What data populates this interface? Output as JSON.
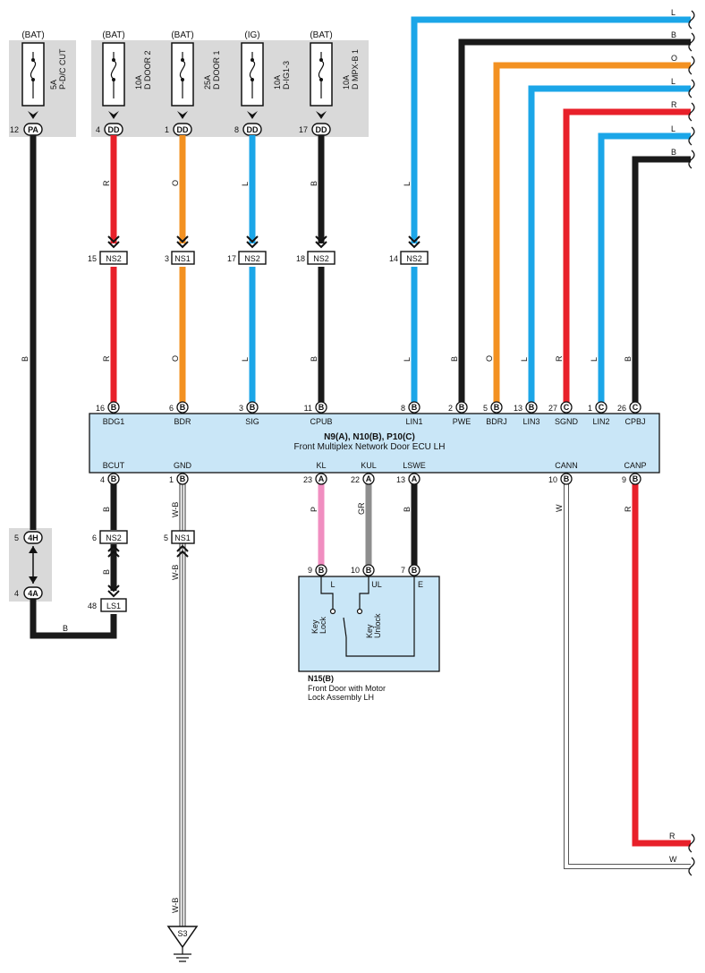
{
  "colors": {
    "red": "#e8202a",
    "orange": "#f39121",
    "blue": "#1ba6e8",
    "black": "#1a1a1a",
    "pink": "#f08ec0",
    "gray": "#8e8e8e",
    "white_wire": "#ffffff",
    "panel_gray": "#d9d9d9",
    "ecu_fill": "#c9e6f7"
  },
  "fuses": [
    {
      "supply": "(BAT)",
      "rating": "5A",
      "name": "P-D/C CUT",
      "pin": "12",
      "conn": "PA"
    },
    {
      "supply": "(BAT)",
      "rating": "10A",
      "name": "D DOOR 2",
      "pin": "4",
      "conn": "DD"
    },
    {
      "supply": "(BAT)",
      "rating": "25A",
      "name": "D DOOR 1",
      "pin": "1",
      "conn": "DD"
    },
    {
      "supply": "(IG)",
      "rating": "10A",
      "name": "D-IG1-3",
      "pin": "8",
      "conn": "DD"
    },
    {
      "supply": "(BAT)",
      "rating": "10A",
      "name": "D MPX-B 1",
      "pin": "17",
      "conn": "DD"
    }
  ],
  "junctions": [
    {
      "pin": "15",
      "name": "NS2"
    },
    {
      "pin": "3",
      "name": "NS1"
    },
    {
      "pin": "17",
      "name": "NS2"
    },
    {
      "pin": "18",
      "name": "NS2"
    },
    {
      "pin": "14",
      "name": "NS2"
    }
  ],
  "ecu": {
    "title": "N9(A), N10(B), P10(C)",
    "subtitle": "Front Multiplex Network Door ECU LH",
    "top_pins": [
      {
        "pin": "16",
        "conn": "B",
        "label": "BDG1",
        "wire": "R"
      },
      {
        "pin": "6",
        "conn": "B",
        "label": "BDR",
        "wire": "O"
      },
      {
        "pin": "3",
        "conn": "B",
        "label": "SIG",
        "wire": "L"
      },
      {
        "pin": "11",
        "conn": "B",
        "label": "CPUB",
        "wire": "B"
      },
      {
        "pin": "8",
        "conn": "B",
        "label": "LIN1",
        "wire": "L"
      },
      {
        "pin": "2",
        "conn": "B",
        "label": "PWE",
        "wire": "B"
      },
      {
        "pin": "5",
        "conn": "B",
        "label": "BDRJ",
        "wire": "O"
      },
      {
        "pin": "13",
        "conn": "B",
        "label": "LIN3",
        "wire": "L"
      },
      {
        "pin": "27",
        "conn": "C",
        "label": "SGND",
        "wire": "R"
      },
      {
        "pin": "1",
        "conn": "C",
        "label": "LIN2",
        "wire": "L"
      },
      {
        "pin": "26",
        "conn": "C",
        "label": "CPBJ",
        "wire": "B"
      }
    ],
    "bottom_pins": [
      {
        "pin": "4",
        "conn": "B",
        "label": "BCUT",
        "wire": "B"
      },
      {
        "pin": "1",
        "conn": "B",
        "label": "GND",
        "wire": "W-B"
      },
      {
        "pin": "23",
        "conn": "A",
        "label": "KL",
        "wire": "P"
      },
      {
        "pin": "22",
        "conn": "A",
        "label": "KUL",
        "wire": "GR"
      },
      {
        "pin": "13",
        "conn": "A",
        "label": "LSWE",
        "wire": "B"
      },
      {
        "pin": "10",
        "conn": "B",
        "label": "CANN",
        "wire": "W"
      },
      {
        "pin": "9",
        "conn": "B",
        "label": "CANP",
        "wire": "R"
      }
    ]
  },
  "right_wire_labels": [
    "L",
    "B",
    "O",
    "L",
    "R",
    "L",
    "B"
  ],
  "left_branch": {
    "wire_main": "B",
    "conn_4h": {
      "pin": "5",
      "name": "4H"
    },
    "conn_4a": {
      "pin": "4",
      "name": "4A"
    },
    "ns2": {
      "pin": "6",
      "name": "NS2"
    },
    "ls1": {
      "pin": "48",
      "name": "LS1"
    },
    "wire_bottom": "B",
    "wire_bcut_upper": "B",
    "wire_bcut_lower": "B"
  },
  "gnd_branch": {
    "ns1": {
      "pin": "5",
      "name": "NS1"
    },
    "wire_upper": "W-B",
    "wire_mid": "W-B",
    "wire_lower": "W-B",
    "ground": "S3"
  },
  "lock": {
    "pins": [
      {
        "pin": "9",
        "conn": "B",
        "label": "L"
      },
      {
        "pin": "10",
        "conn": "B",
        "label": "UL"
      },
      {
        "pin": "7",
        "conn": "B",
        "label": "E"
      }
    ],
    "sw1": "Key Lock",
    "sw2": "Key Unlock",
    "title": "N15(B)",
    "name_line1": "Front Door with Motor",
    "name_line2": "Lock Assembly LH"
  },
  "can_labels": {
    "canp_right": "R",
    "cann_right": "W"
  }
}
